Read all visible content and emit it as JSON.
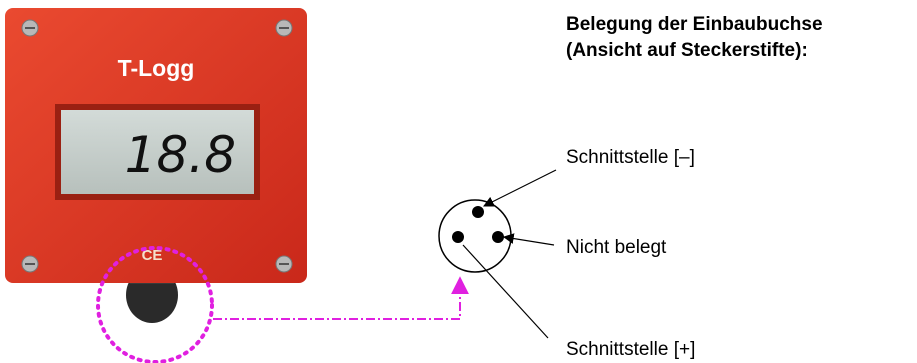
{
  "device": {
    "brand": "T-Logg",
    "display_value": "18.8",
    "ce_mark": "CE",
    "body_color": "#e0331e",
    "lcd_color": "#c7d0cc"
  },
  "connector": {
    "title_line1": "Belegung der Einbaubuchse",
    "title_line2": "(Ansicht auf Steckerstifte):",
    "pins": [
      {
        "label": "Schnittstelle [–]"
      },
      {
        "label": "Nicht belegt"
      },
      {
        "label": "Schnittstelle [+]"
      }
    ]
  },
  "highlight": {
    "color": "#e020e0"
  }
}
